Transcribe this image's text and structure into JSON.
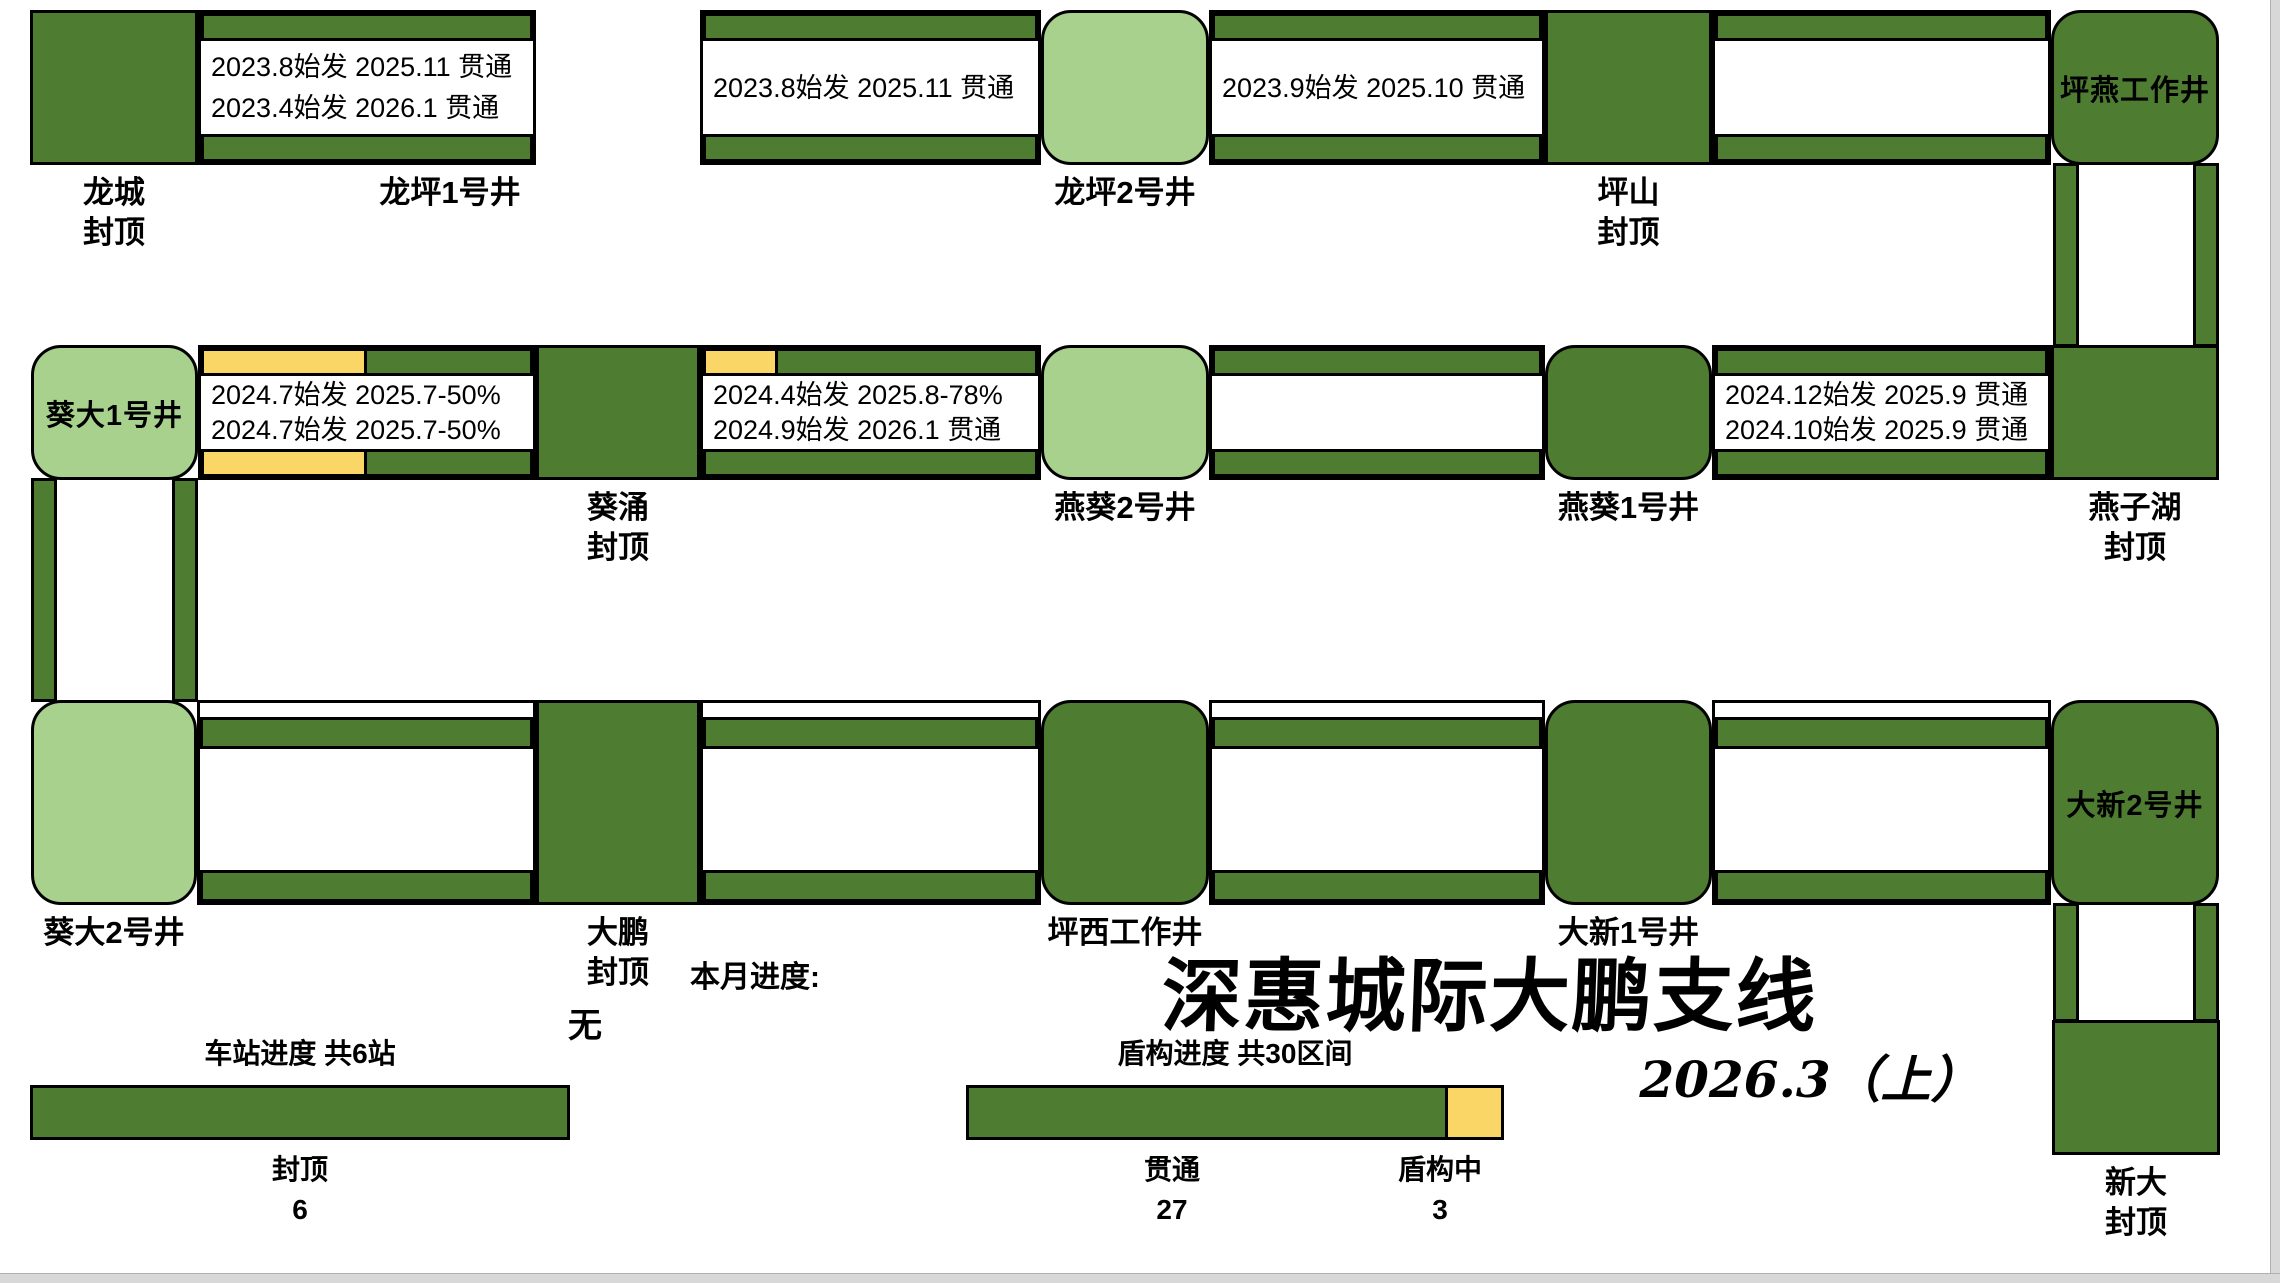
{
  "title": {
    "text": "深惠城际大鹏支线",
    "period": "2026.3（上）"
  },
  "monthly": {
    "label": "本月进度:",
    "value": "无"
  },
  "summary": {
    "station": {
      "title": "车站进度 共6站",
      "total": 6,
      "items": [
        {
          "key": "capped",
          "label": "封顶",
          "count": "6",
          "color": "dark_green"
        }
      ]
    },
    "shield": {
      "title": "盾构进度 共30区间",
      "total": 30,
      "items": [
        {
          "key": "through",
          "label": "贯通",
          "count": "27",
          "color": "dark_green"
        },
        {
          "key": "boring",
          "label": "盾构中",
          "count": "3",
          "color": "yellow"
        }
      ]
    }
  },
  "colors": {
    "dark_green": "#4e7c31",
    "light_green": "#a9d18e",
    "yellow": "#f9d665",
    "outline": "#000000",
    "background": "#ffffff",
    "edge_gray": "#d8d8d8"
  },
  "line": {
    "stations": [
      {
        "id": "longcheng",
        "name": "龙城",
        "status": "封顶"
      },
      {
        "id": "pingshan",
        "name": "坪山",
        "status": "封顶"
      },
      {
        "id": "kuichong",
        "name": "葵涌",
        "status": "封顶"
      },
      {
        "id": "yanzihu",
        "name": "燕子湖",
        "status": "封顶"
      },
      {
        "id": "dapeng",
        "name": "大鹏",
        "status": "封顶"
      },
      {
        "id": "xinda",
        "name": "新大",
        "status": "封顶"
      }
    ],
    "wells": [
      {
        "id": "longping1",
        "name": "龙坪1号井",
        "fill": "light",
        "label_inside": false
      },
      {
        "id": "longping2",
        "name": "龙坪2号井",
        "fill": "light",
        "label_inside": false
      },
      {
        "id": "pingyan",
        "name": "坪燕工作井",
        "fill": "dark",
        "label_inside": true
      },
      {
        "id": "kuida1",
        "name": "葵大1号井",
        "fill": "light",
        "label_inside": true
      },
      {
        "id": "yankui2",
        "name": "燕葵2号井",
        "fill": "light",
        "label_inside": false
      },
      {
        "id": "yankui1",
        "name": "燕葵1号井",
        "fill": "dark",
        "label_inside": false
      },
      {
        "id": "kuida2",
        "name": "葵大2号井",
        "fill": "light",
        "label_inside": false
      },
      {
        "id": "pingxi",
        "name": "坪西工作井",
        "fill": "dark",
        "label_inside": false
      },
      {
        "id": "daxin1",
        "name": "大新1号井",
        "fill": "dark",
        "label_inside": false
      },
      {
        "id": "daxin2",
        "name": "大新2号井",
        "fill": "dark",
        "label_inside": true
      }
    ],
    "tunnels": [
      {
        "id": "tunnel-longcheng-longping1",
        "lines": [
          "2023.8始发 2025.11 贯通",
          "2023.4始发 2026.1 贯通"
        ],
        "top_bar": [
          [
            "dark_green",
            1
          ]
        ],
        "bottom_bar": [
          [
            "dark_green",
            1
          ]
        ]
      },
      {
        "id": "tunnel-longping1-longping2",
        "lines": [
          "2023.8始发 2025.11 贯通"
        ],
        "top_bar": [
          [
            "dark_green",
            1
          ]
        ],
        "bottom_bar": [
          [
            "dark_green",
            1
          ]
        ]
      },
      {
        "id": "tunnel-longping2-pingshan",
        "lines": [
          "2023.9始发 2025.10 贯通"
        ],
        "top_bar": [
          [
            "dark_green",
            1
          ]
        ],
        "bottom_bar": [
          [
            "dark_green",
            1
          ]
        ]
      },
      {
        "id": "tunnel-pingshan-pingyan",
        "lines": [],
        "top_bar": [
          [
            "dark_green",
            1
          ]
        ],
        "bottom_bar": [
          [
            "dark_green",
            1
          ]
        ]
      },
      {
        "id": "tunnel-kuida1-kuichong",
        "lines": [
          "2024.7始发 2025.7-50%",
          "2024.7始发 2025.7-50%"
        ],
        "top_bar": [
          [
            "yellow",
            0.5
          ],
          [
            "dark_green",
            0.5
          ]
        ],
        "bottom_bar": [
          [
            "yellow",
            0.5
          ],
          [
            "dark_green",
            0.5
          ]
        ]
      },
      {
        "id": "tunnel-kuichong-yankui2",
        "lines": [
          "2024.4始发 2025.8-78%",
          "2024.9始发 2026.1 贯通"
        ],
        "top_bar": [
          [
            "yellow",
            0.22
          ],
          [
            "dark_green",
            0.78
          ]
        ],
        "bottom_bar": [
          [
            "dark_green",
            1
          ]
        ]
      },
      {
        "id": "tunnel-yankui2-yankui1",
        "lines": [],
        "top_bar": [
          [
            "dark_green",
            1
          ]
        ],
        "bottom_bar": [
          [
            "dark_green",
            1
          ]
        ]
      },
      {
        "id": "tunnel-yankui1-yanzihu",
        "lines": [
          "2024.12始发 2025.9 贯通",
          "2024.10始发 2025.9 贯通"
        ],
        "top_bar": [
          [
            "dark_green",
            1
          ]
        ],
        "bottom_bar": [
          [
            "dark_green",
            1
          ]
        ]
      },
      {
        "id": "tunnel-kuida2-dapeng",
        "lines": [],
        "top_bar": [
          [
            "dark_green",
            1
          ]
        ],
        "bottom_bar": [
          [
            "dark_green",
            1
          ]
        ]
      },
      {
        "id": "tunnel-dapeng-pingxi",
        "lines": [],
        "top_bar": [
          [
            "dark_green",
            1
          ]
        ],
        "bottom_bar": [
          [
            "dark_green",
            1
          ]
        ]
      },
      {
        "id": "tunnel-pingxi-daxin1",
        "lines": [],
        "top_bar": [
          [
            "dark_green",
            1
          ]
        ],
        "bottom_bar": [
          [
            "dark_green",
            1
          ]
        ]
      },
      {
        "id": "tunnel-daxin1-daxin2",
        "lines": [],
        "top_bar": [
          [
            "dark_green",
            1
          ]
        ],
        "bottom_bar": [
          [
            "dark_green",
            1
          ]
        ]
      }
    ],
    "vertical_tunnels": [
      {
        "id": "tunnel-pingyan-yanzihu",
        "color": "dark_green"
      },
      {
        "id": "tunnel-kuida1-kuida2",
        "color": "dark_green"
      },
      {
        "id": "tunnel-daxin2-xinda",
        "color": "dark_green"
      }
    ]
  }
}
